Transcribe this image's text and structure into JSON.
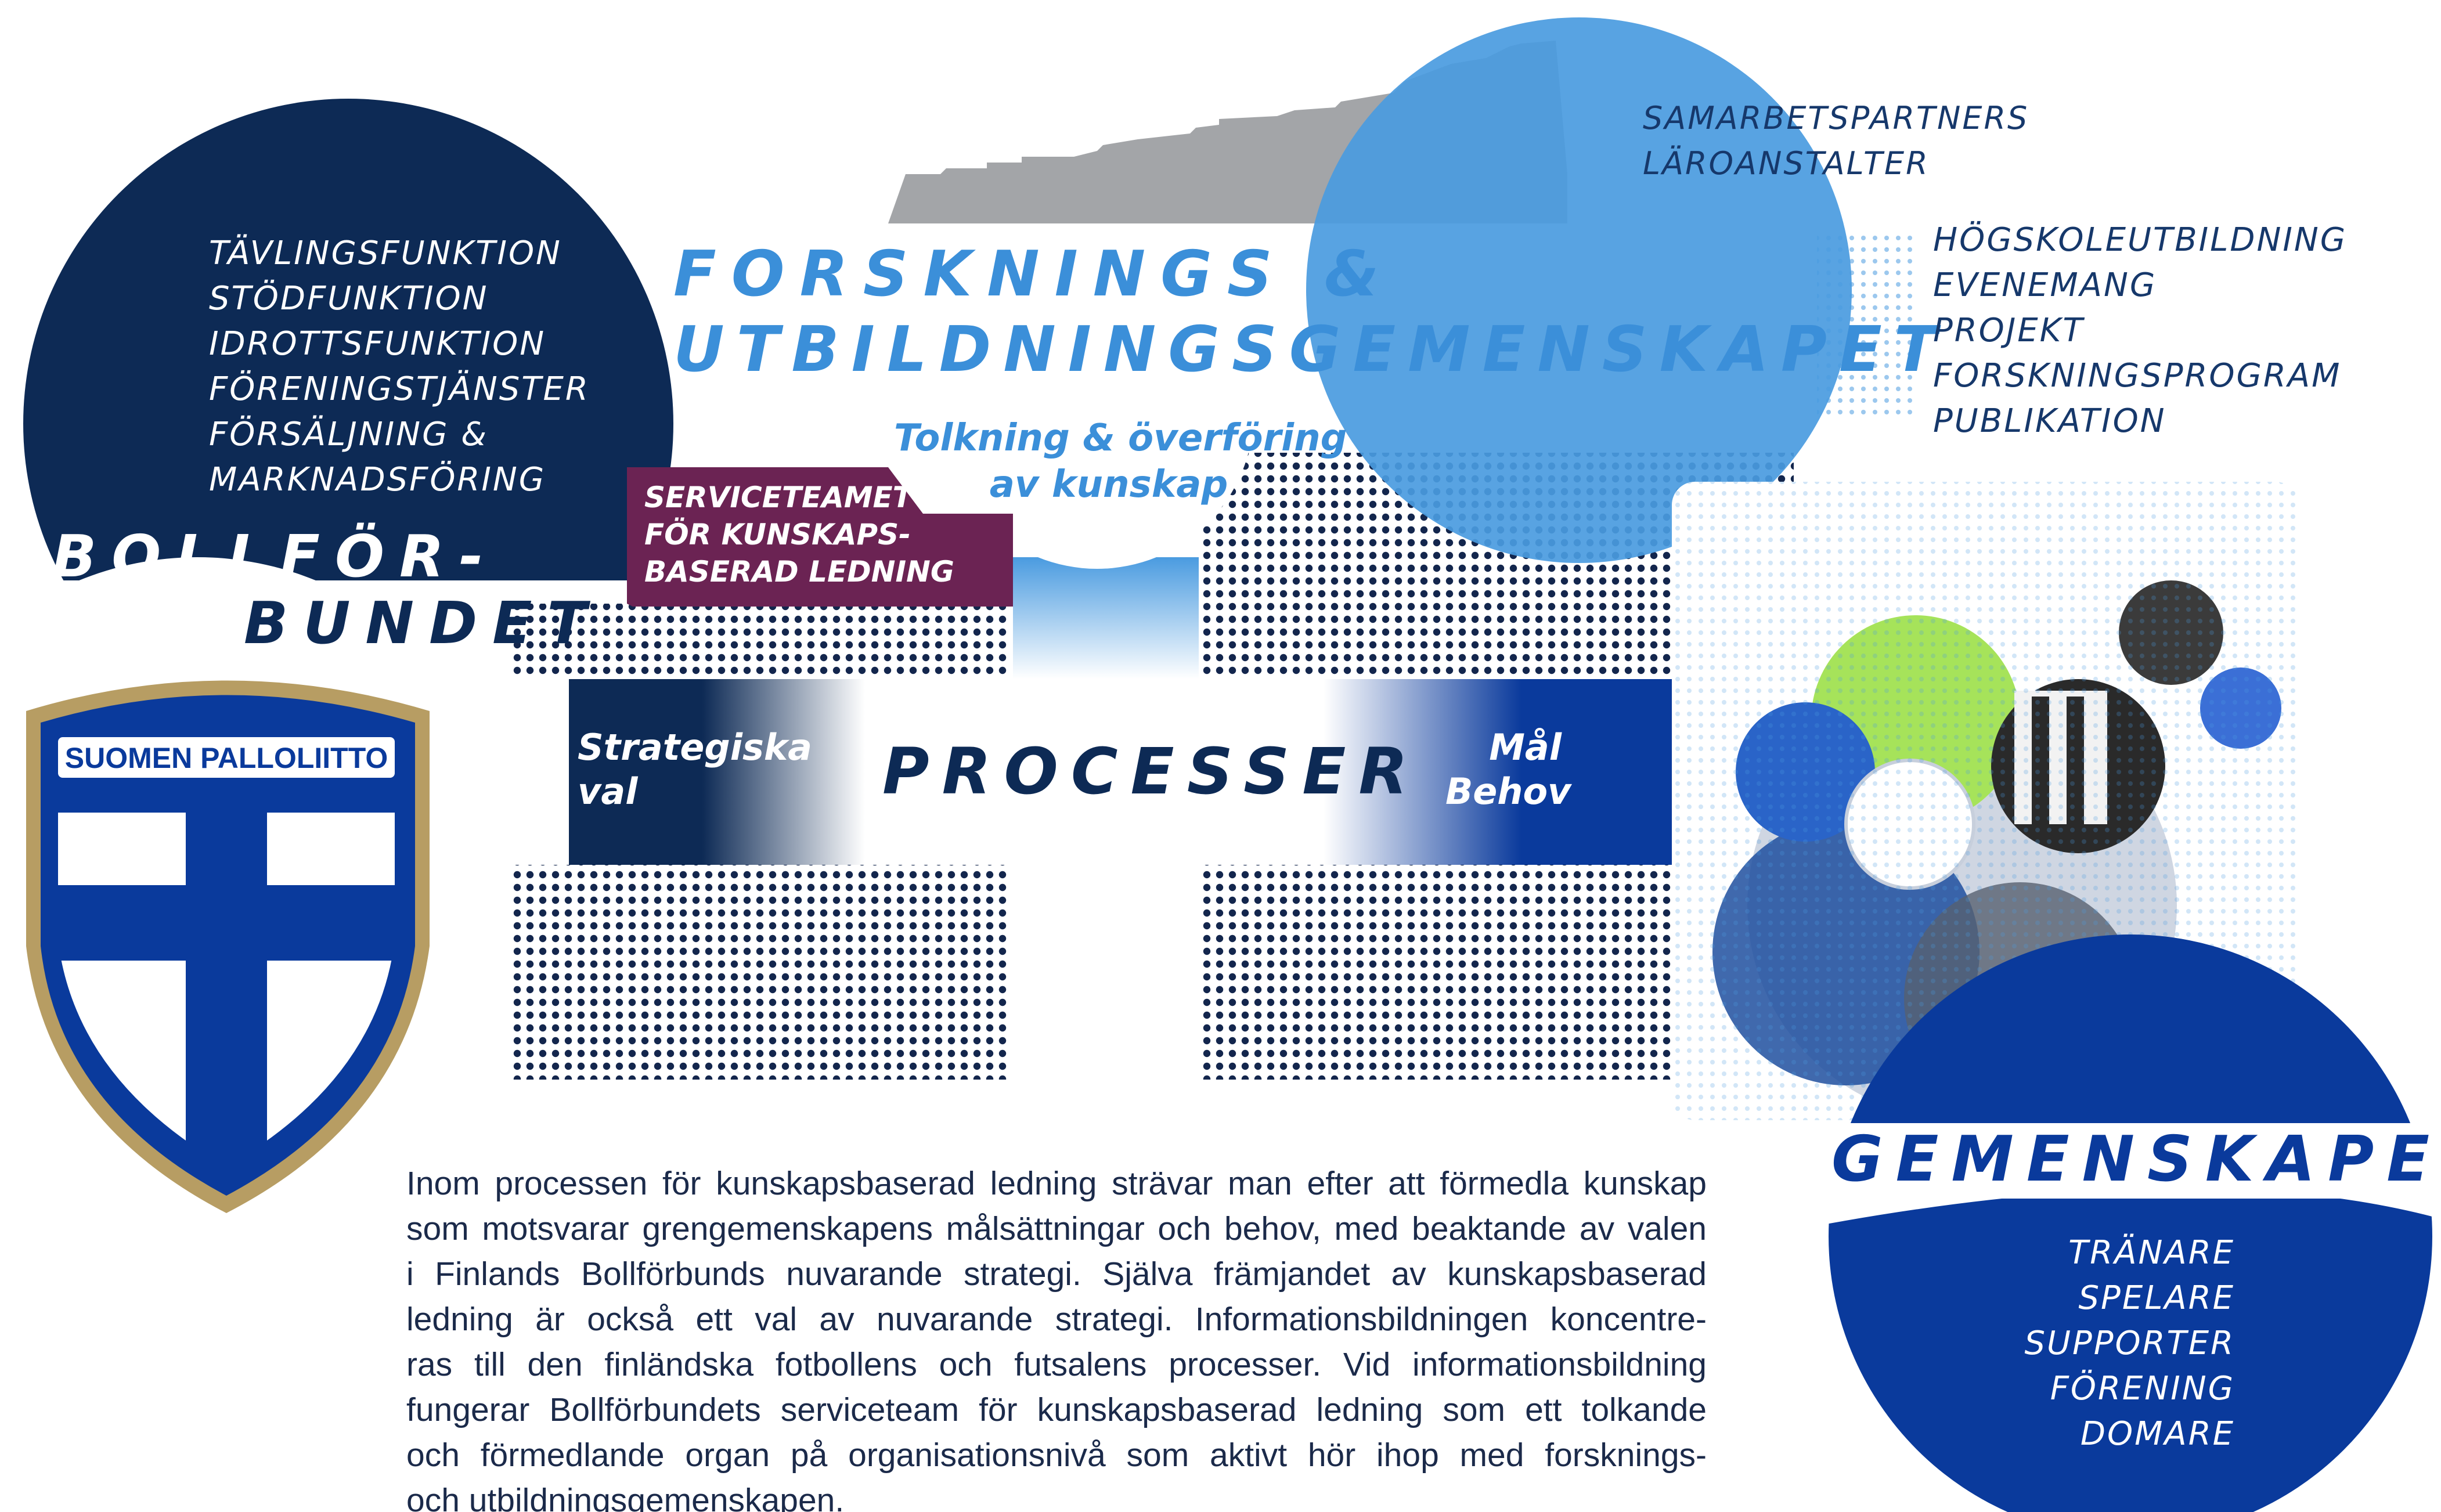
{
  "federation": {
    "functions": [
      "TÄVLINGSFUNKTION",
      "STÖDFUNKTION",
      "IDROTTSFUNKTION",
      "FÖRENINGSTJÄNSTER",
      "FÖRSÄLJNING &",
      "MARKNADSFÖRING"
    ],
    "title_line1": "BOLLFÖR-",
    "title_line2": "BUNDET",
    "logo_text": "SUOMEN PALLOLIITTO"
  },
  "service_team": {
    "lines": [
      "SERVICETEAMET",
      "FÖR KUNSKAPS-",
      "BASERAD LEDNING"
    ]
  },
  "research": {
    "title_line1": "FORSKNINGS &",
    "title_line2": "UTBILDNINGSGEMENSKAPET",
    "subtitle_line1": "Tolkning & överföring",
    "subtitle_line2": "av kunskap",
    "partners": [
      "SAMARBETSPARTNERS",
      "LÄROANSTALTER"
    ],
    "activities": [
      "HÖGSKOLEUTBILDNING",
      "EVENEMANG",
      "PROJEKT",
      "FORSKNINGSPROGRAM",
      "PUBLIKATION"
    ]
  },
  "processes": {
    "title": "PROCESSER",
    "left_line1": "Strategiska",
    "left_line2": "val",
    "right_line1": "Mål",
    "right_line2": "Behov"
  },
  "community": {
    "title": "GEMENSKAPET",
    "members": [
      "TRÄNARE",
      "SPELARE",
      "SUPPORTER",
      "FÖRENING",
      "DOMARE"
    ]
  },
  "body_lines": [
    "Inom processen för kunskapsbaserad ledning strävar man efter att förmedla kunskap",
    "som motsvarar grengemenskapens målsättningar och behov, med beaktande av valen",
    "i Finlands Bollförbunds nuvarande strategi. Själva främjandet av kunskapsbaserad",
    "ledning är också ett val av nuvarande strategi. Informationsbildningen koncentre-",
    "ras till den finländska fotbollens och futsalens processer. Vid informationsbildning",
    "fungerar Bollförbundets serviceteam för kunskapsbaserad ledning som ett tolkande",
    "och förmedlande organ på organisationsnivå som aktivt hör ihop med forsknings-",
    "och utbildningsgemenskapen."
  ],
  "colors": {
    "navy": "#0d2a55",
    "royal_blue": "#0a3a9c",
    "light_blue": "#4a9be0",
    "title_blue": "#3b8fd9",
    "purple": "#6b2353",
    "gray": "#a3a5a8",
    "dot_navy": "#13264d"
  }
}
